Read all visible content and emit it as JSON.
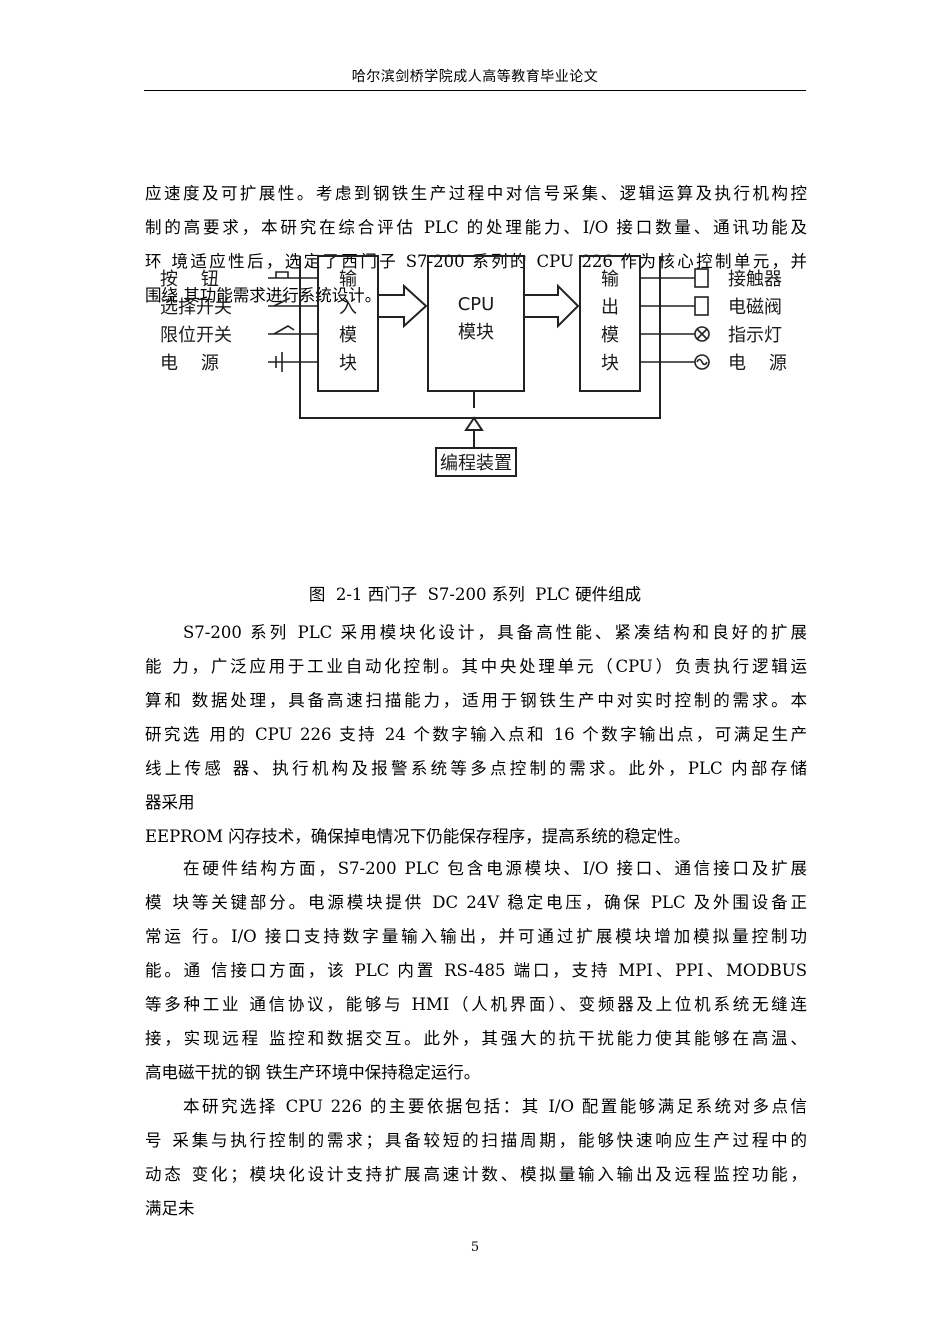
{
  "header": {
    "title": "哈尔滨剑桥学院成人高等教育毕业论文"
  },
  "intro": {
    "lines": [
      "应速度及可扩展性。考虑到钢铁生产过程中对信号采集、逻辑运算及执行机构控",
      "制的高要求，本研究在综合评估  PLC 的处理能力、I/O 接口数量、通讯功能及",
      "环  境适应性后，选定了西门子  S7-200 系列的 CPU 226 作为核心控制单元，并",
      "围绕  其功能需求进行系统设计。"
    ]
  },
  "diagram": {
    "inputs": [
      "按    钮",
      "选择开关",
      "限位开关",
      "电    源"
    ],
    "input_module": [
      "输",
      "入",
      "模",
      "块"
    ],
    "cpu_label": "CPU",
    "cpu_module": "模块",
    "output_module": [
      "输",
      "出",
      "模",
      "块"
    ],
    "outputs": [
      "接触器",
      "电磁阀",
      "指示灯",
      "电    源"
    ],
    "programmer": "编程装置"
  },
  "caption": "图  2-1 西门子  S7-200 系列  PLC 硬件组成",
  "paragraphs": [
    {
      "lines": [
        "S7-200 系列  PLC 采用模块化设计，具备高性能、紧凑结构和良好的扩展",
        "能  力，广泛应用于工业自动化控制。其中央处理单元（CPU）负责执行逻辑运",
        "算和  数据处理，具备高速扫描能力，适用于钢铁生产中对实时控制的需求。本",
        "研究选  用的  CPU 226 支持  24 个数字输入点和  16 个数字输出点，可满足生产",
        "线上传感    器、执行机构及报警系统等多点控制的需求。此外，PLC  内部存储",
        "器采用",
        "EEPROM  闪存技术，确保掉电情况下仍能保存程序，提高系统的稳定性。"
      ]
    },
    {
      "lines": [
        "在硬件结构方面，S7-200 PLC 包含电源模块、I/O 接口、通信接口及扩展",
        "模  块等关键部分。电源模块提供  DC 24V 稳定电压，确保  PLC 及外围设备正",
        "常运    行。I/O 接口支持数字量输入输出，并可通过扩展模块增加模拟量控制功",
        "能。通  信接口方面，该  PLC  内置  RS-485 端口，支持  MPI、PPI、MODBUS",
        "等多种工业  通信协议，能够与  HMI（人机界面）、变频器及上位机系统无缝连",
        "接，实现远程  监控和数据交互。此外，其强大的抗干扰能力使其能够在高温、",
        "高电磁干扰的钢  铁生产环境中保持稳定运行。"
      ]
    },
    {
      "lines": [
        "本研究选择  CPU 226  的主要依据包括：其  I/O 配置能够满足系统对多点信",
        "号  采集与执行控制的需求；具备较短的扫描周期，能够快速响应生产过程中的",
        "动态  变化；模块化设计支持扩展高速计数、模拟量输入输出及远程监控功能，",
        "满足未"
      ]
    }
  ],
  "page_number": "5"
}
